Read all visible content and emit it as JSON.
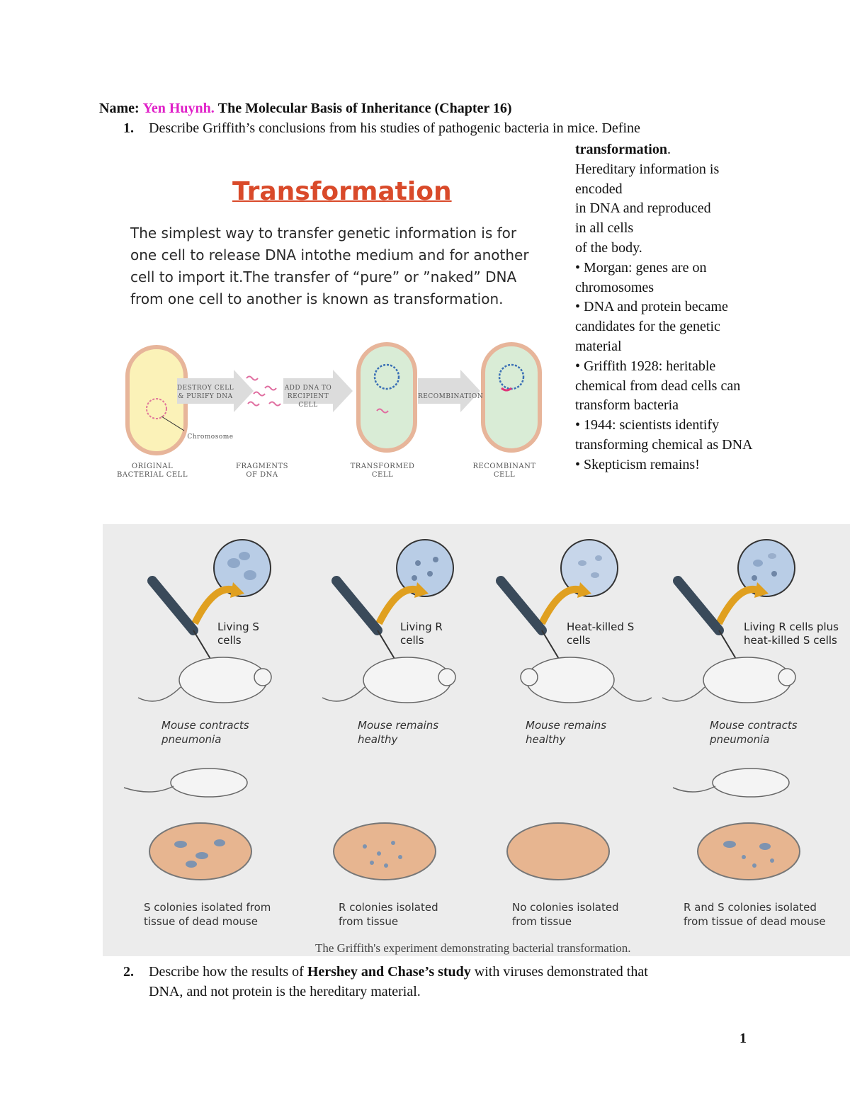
{
  "header": {
    "name_label": "Name:",
    "name_value": "Yen Huynh",
    "title": "The Molecular Basis of Inheritance (Chapter 16)"
  },
  "q1": {
    "number": "1.",
    "text": "Describe Griffith’s conclusions from his studies of pathogenic bacteria in mice. Define",
    "term": "transformation"
  },
  "notes": [
    "Hereditary information is",
    "encoded",
    "in DNA and reproduced",
    "in all cells",
    "of the body.",
    "• Morgan: genes are on chromosomes",
    "• DNA and protein became candidates for the genetic material",
    "• Griffith 1928: heritable chemical from dead cells can transform bacteria",
    "• 1944: scientists identify transforming chemical as DNA",
    "• Skepticism remains!"
  ],
  "transformation_figure": {
    "title": "Transformation",
    "description": "The simplest way to transfer genetic information is for one cell to release DNA intothe medium and for another cell to import it.The transfer of “pure” or ”naked” DNA from one cell to another is known as transformation.",
    "arrow_labels": [
      "DESTROY CELL & PURIFY DNA",
      "ADD DNA TO RECIPIENT CELL",
      "RECOMBINATION"
    ],
    "chromosome_label": "Chromosome",
    "stage_labels": [
      "ORIGINAL BACTERIAL CELL",
      "FRAGMENTS OF DNA",
      "TRANSFORMED CELL",
      "RECOMBINANT CELL"
    ]
  },
  "griffith_figure": {
    "panels": [
      {
        "injection": "Living S cells",
        "outcome": "Mouse contracts pneumonia",
        "result": "S colonies isolated from tissue of dead mouse"
      },
      {
        "injection": "Living R cells",
        "outcome": "Mouse remains healthy",
        "result": "R colonies isolated from tissue"
      },
      {
        "injection": "Heat-killed S cells",
        "outcome": "Mouse remains healthy",
        "result": "No colonies isolated from tissue"
      },
      {
        "injection": "Living R cells plus heat-killed S cells",
        "outcome": "Mouse contracts pneumonia",
        "result": "R and S colonies isolated from tissue of dead mouse"
      }
    ],
    "caption": "The Griffith's experiment demonstrating bacterial transformation."
  },
  "q2": {
    "number": "2.",
    "text_before": "Describe how the results of ",
    "bold": "Hershey and Chase’s study",
    "text_after": " with viruses demonstrated that",
    "line2": "DNA, and not protein is the hereditary material."
  },
  "page_number": "1",
  "colors": {
    "name_accent": "#e020c8",
    "title_red": "#d94a2a",
    "petri": "#e7b590"
  }
}
